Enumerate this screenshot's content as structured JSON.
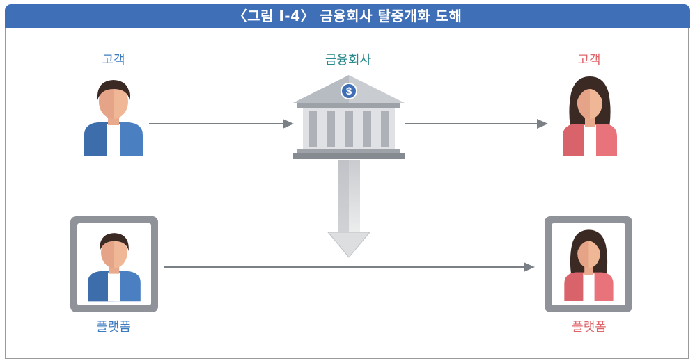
{
  "title": "〈그림 Ⅰ-4〉 금융회사 탈중개화 도해",
  "labels": {
    "customer_left": "고객",
    "financial_company": "금융회사",
    "customer_right": "고객",
    "platform_left": "플랫폼",
    "platform_right": "플랫폼"
  },
  "bank_symbol": "$",
  "colors": {
    "header": "#3f6fb6",
    "blue_label": "#3c7bbf",
    "teal_label": "#2a8a8c",
    "red_label": "#e0656a",
    "male_jacket": "#4a7fc1",
    "female_top": "#e8737a"
  },
  "icons": [
    "male-customer-icon",
    "bank-icon",
    "female-customer-icon",
    "tablet-icon",
    "down-arrow-icon"
  ]
}
